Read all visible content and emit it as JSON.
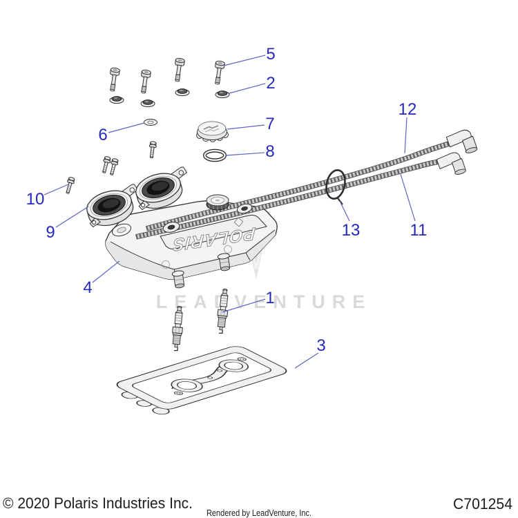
{
  "diagram": {
    "callouts": [
      "1",
      "2",
      "3",
      "4",
      "5",
      "6",
      "7",
      "8",
      "9",
      "10",
      "11",
      "12",
      "13"
    ],
    "cover_brand_text": "POLARIS",
    "watermark_text": "LEADVENTURE"
  },
  "footer": {
    "copyright": "© 2020 Polaris Industries Inc.",
    "rendered_by": "Rendered by LeadVenture, Inc.",
    "part_code": "C701254"
  },
  "colors": {
    "callout_blue": "#2428bc",
    "leader_blue": "#5c63c8",
    "line_art": "#2f2f2f",
    "watermark_gray": "#d9d9d9",
    "logo_gray": "#e2e2e2"
  },
  "icons": {
    "watermark_logo": "leadventure-v-logo"
  }
}
